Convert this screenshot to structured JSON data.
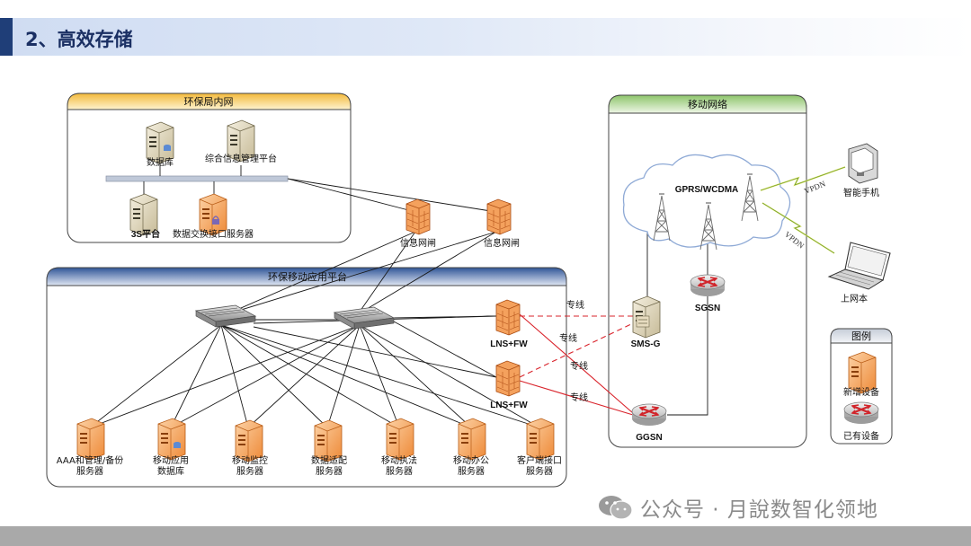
{
  "page": {
    "title": "2、高效存储"
  },
  "panels": {
    "lan": {
      "title": "环保局内网"
    },
    "mobile_platform": {
      "title": "环保移动应用平台"
    },
    "mobile_network": {
      "title": "移动网络"
    },
    "legend": {
      "title": "图例",
      "new_device": "新增设备",
      "existing_device": "已有设备"
    }
  },
  "nodes": {
    "database": "数据库",
    "info_platform": "综合信息管理平台",
    "platform_3s": "3S平台",
    "exchange_server": "数据交换接口服务器",
    "gateway1": "信息网闸",
    "gateway2": "信息网闸",
    "lns1": "LNS+FW",
    "lns2": "LNS+FW",
    "sms_g": "SMS-G",
    "sgsn": "SGSN",
    "ggsn": "GGSN",
    "gprs": "GPRS/WCDMA",
    "phone": "智能手机",
    "laptop": "上网本"
  },
  "servers": [
    {
      "line1": "AAA和管理/备份",
      "line2": "服务器"
    },
    {
      "line1": "移动应用",
      "line2": "数据库"
    },
    {
      "line1": "移动监控",
      "line2": "服务器"
    },
    {
      "line1": "数据适配",
      "line2": "服务器"
    },
    {
      "line1": "移动执法",
      "line2": "服务器"
    },
    {
      "line1": "移动办公",
      "line2": "服务器"
    },
    {
      "line1": "客户端接口",
      "line2": "服务器"
    }
  ],
  "links": {
    "dedicated": "专线",
    "vpdn": "VPDN"
  },
  "watermark": {
    "text": "公众号 · 月說数智化领地"
  },
  "colors": {
    "header_bar": "#1f3e78",
    "new_device": "#f39a4c",
    "dedicated_line": "#d9232b",
    "lan_panel_header": "#f6c94a",
    "platform_panel_header": "#2f5597",
    "mobile_panel_header": "#9ccf7a"
  }
}
